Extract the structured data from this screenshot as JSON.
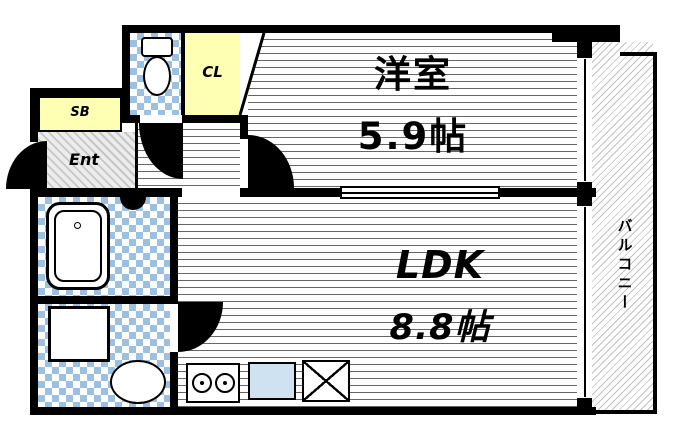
{
  "floorplan": {
    "rooms": {
      "western": {
        "name": "洋室",
        "size": "5.9帖"
      },
      "ldk": {
        "name": "LDK",
        "size": "8.8帖"
      },
      "balcony": {
        "name": "バルコニー"
      },
      "closet": {
        "label": "CL"
      },
      "shoebox": {
        "label": "SB"
      },
      "entrance": {
        "label": "Ent"
      }
    },
    "fixtures": [
      "toilet",
      "bathtub",
      "washer-pan",
      "washbasin",
      "two-burner-stove",
      "kitchen-sink",
      "cross-hatch-box",
      "sliding-door"
    ],
    "colors": {
      "wall": "#000000",
      "closet_fill": "#ffffb4",
      "tile_blue": "#9cc0e2",
      "sink_fill": "#cfe2f2",
      "floor_line": "#666666"
    }
  }
}
